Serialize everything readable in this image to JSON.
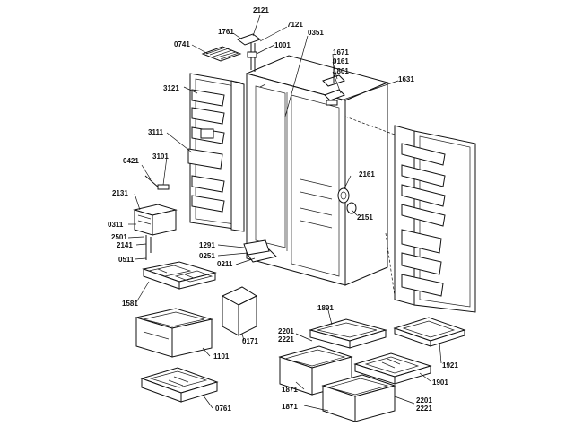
{
  "labels": {
    "l2121": "2121",
    "l7121": "7121",
    "l1761": "1761",
    "l1001": "1001",
    "l0351": "0351",
    "l0741": "0741",
    "l1671": "1671",
    "l0161": "0161",
    "l1801": "1801",
    "l1631": "1631",
    "l3121": "3121",
    "l3111": "3111",
    "l0421": "0421",
    "l3101": "3101",
    "l2131": "2131",
    "l0311": "0311",
    "l2501": "2501",
    "l2141": "2141",
    "l0511": "0511",
    "l2161": "2161",
    "l2151": "2151",
    "l1291": "1291",
    "l0251": "0251",
    "l0211": "0211",
    "l1581": "1581",
    "l0171": "0171",
    "l1101": "1101",
    "l0761": "0761",
    "l1891": "1891",
    "l2201a": "2201",
    "l2221a": "2221",
    "l1921": "1921",
    "l1871a": "1871",
    "l1901": "1901",
    "l1871b": "1871",
    "l2201b": "2201",
    "l2221b": "2221"
  }
}
